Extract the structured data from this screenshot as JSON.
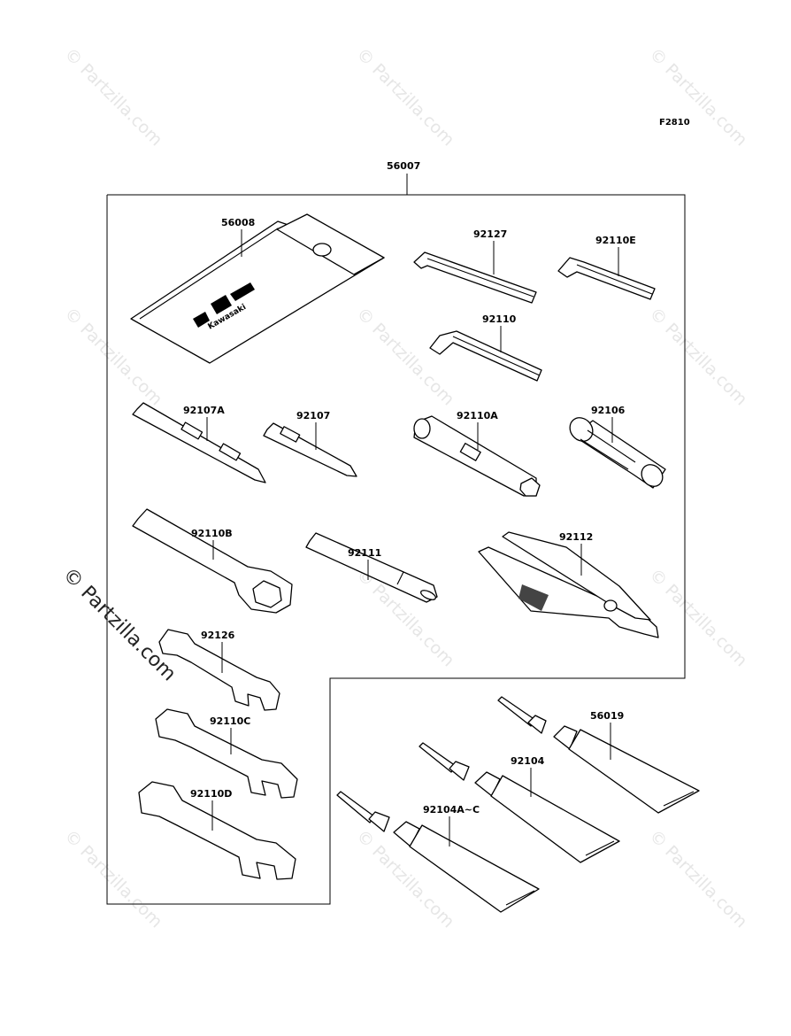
{
  "figure_code": "F2810",
  "assembly_label": "56007",
  "watermark_text": "© Partzilla.com",
  "side_watermark_text": "© Partzilla.com",
  "pouch_logo_text": "Kawasaki",
  "parts": {
    "p56008": "56008",
    "p92127": "92127",
    "p92110E": "92110E",
    "p92110": "92110",
    "p92107A": "92107A",
    "p92107": "92107",
    "p92110A": "92110A",
    "p92106": "92106",
    "p92110B": "92110B",
    "p92111": "92111",
    "p92112": "92112",
    "p92126": "92126",
    "p92110C": "92110C",
    "p92110D": "92110D",
    "p56019": "56019",
    "p92104": "92104",
    "p92104AC": "92104A~C"
  }
}
